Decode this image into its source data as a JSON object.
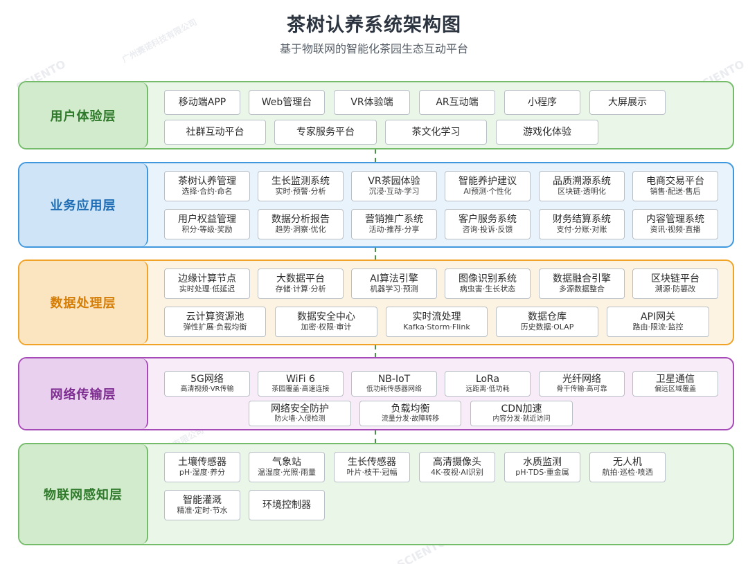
{
  "title": "茶树认养系统架构图",
  "subtitle": "基于物联网的智能化茶园生态互动平台",
  "watermarks": [
    "广州赛诺科技有限公司",
    "SCIENTO",
    "赛诺科技"
  ],
  "colors": {
    "user_layer": "#74bb6a",
    "business_layer": "#3f97de",
    "data_layer": "#f0a326",
    "network_layer": "#a64ab8",
    "iot_layer": "#74bb6a"
  },
  "layers": {
    "user": {
      "label": "用户体验层",
      "items": [
        "移动端APP",
        "Web管理台",
        "VR体验端",
        "AR互动端",
        "小程序",
        "大屏展示",
        "社群互动平台",
        "专家服务平台",
        "茶文化学习",
        "游戏化体验"
      ]
    },
    "business": {
      "label": "业务应用层",
      "items": [
        {
          "name": "茶树认养管理",
          "desc": "选择·合约·命名"
        },
        {
          "name": "生长监测系统",
          "desc": "实时·预警·分析"
        },
        {
          "name": "VR茶园体验",
          "desc": "沉浸·互动·学习"
        },
        {
          "name": "智能养护建议",
          "desc": "AI预测·个性化"
        },
        {
          "name": "品质溯源系统",
          "desc": "区块链·透明化"
        },
        {
          "name": "电商交易平台",
          "desc": "销售·配送·售后"
        },
        {
          "name": "用户权益管理",
          "desc": "积分·等级·奖励"
        },
        {
          "name": "数据分析报告",
          "desc": "趋势·洞察·优化"
        },
        {
          "name": "营销推广系统",
          "desc": "活动·推荐·分享"
        },
        {
          "name": "客户服务系统",
          "desc": "咨询·投诉·反馈"
        },
        {
          "name": "财务结算系统",
          "desc": "支付·分账·对账"
        },
        {
          "name": "内容管理系统",
          "desc": "资讯·视频·直播"
        }
      ]
    },
    "data": {
      "label": "数据处理层",
      "items": [
        {
          "name": "边缘计算节点",
          "desc": "实时处理·低延迟"
        },
        {
          "name": "大数据平台",
          "desc": "存储·计算·分析"
        },
        {
          "name": "AI算法引擎",
          "desc": "机器学习·预测"
        },
        {
          "name": "图像识别系统",
          "desc": "病虫害·生长状态"
        },
        {
          "name": "数据融合引擎",
          "desc": "多源数据整合"
        },
        {
          "name": "区块链平台",
          "desc": "溯源·防篡改"
        },
        {
          "name": "云计算资源池",
          "desc": "弹性扩展·负载均衡"
        },
        {
          "name": "数据安全中心",
          "desc": "加密·权限·审计"
        },
        {
          "name": "实时流处理",
          "desc": "Kafka·Storm·Flink"
        },
        {
          "name": "数据仓库",
          "desc": "历史数据·OLAP"
        },
        {
          "name": "API网关",
          "desc": "路由·限流·监控"
        }
      ]
    },
    "network": {
      "label": "网络传输层",
      "items": [
        {
          "name": "5G网络",
          "desc": "高清视频·VR传输"
        },
        {
          "name": "WiFi 6",
          "desc": "茶园覆盖·高速连接"
        },
        {
          "name": "NB-IoT",
          "desc": "低功耗传感器网络"
        },
        {
          "name": "LoRa",
          "desc": "远距离·低功耗"
        },
        {
          "name": "光纤网络",
          "desc": "骨干传输·高可靠"
        },
        {
          "name": "卫星通信",
          "desc": "偏远区域覆盖"
        },
        {
          "name": "网络安全防护",
          "desc": "防火墙·入侵检测"
        },
        {
          "name": "负载均衡",
          "desc": "流量分发·故障转移"
        },
        {
          "name": "CDN加速",
          "desc": "内容分发·就近访问"
        }
      ]
    },
    "iot": {
      "label": "物联网感知层",
      "items": [
        {
          "name": "土壤传感器",
          "desc": "pH·湿度·养分"
        },
        {
          "name": "气象站",
          "desc": "温湿度·光照·雨量"
        },
        {
          "name": "生长传感器",
          "desc": "叶片·枝干·冠幅"
        },
        {
          "name": "高清摄像头",
          "desc": "4K·夜视·AI识别"
        },
        {
          "name": "水质监测",
          "desc": "pH·TDS·重金属"
        },
        {
          "name": "无人机",
          "desc": "航拍·巡检·喷洒"
        },
        {
          "name": "智能灌溉",
          "desc": "精准·定时·节水"
        },
        {
          "name": "环境控制器",
          "desc": ""
        }
      ]
    }
  }
}
